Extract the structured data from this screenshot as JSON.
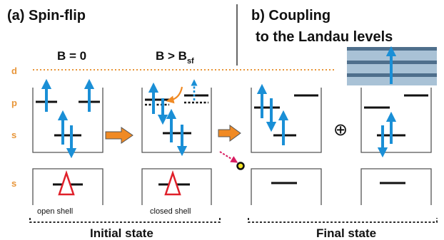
{
  "panel_a": {
    "title": "(a) Spin-flip",
    "col1_condition": "B = 0",
    "col2_condition_main": "B > B",
    "col2_condition_sub": "sf",
    "col1_caption": "open shell",
    "col2_caption": "closed shell",
    "state_label": "Initial state"
  },
  "panel_b": {
    "title_line1": "b) Coupling",
    "title_line2": "to the Landau levels",
    "combine_symbol": "⊕",
    "state_label": "Final state"
  },
  "levels": {
    "d": "d",
    "p": "p",
    "s_upper": "s",
    "s_lower": "s"
  },
  "colors": {
    "spin_arrow": "#1a8fd6",
    "d_level_line": "#e8963a",
    "transition_arrow": "#f08a24",
    "hole_triangle": "#e0202a",
    "photon_arrow": "#d81b60",
    "landau_stripe": "#a9c2d6"
  }
}
